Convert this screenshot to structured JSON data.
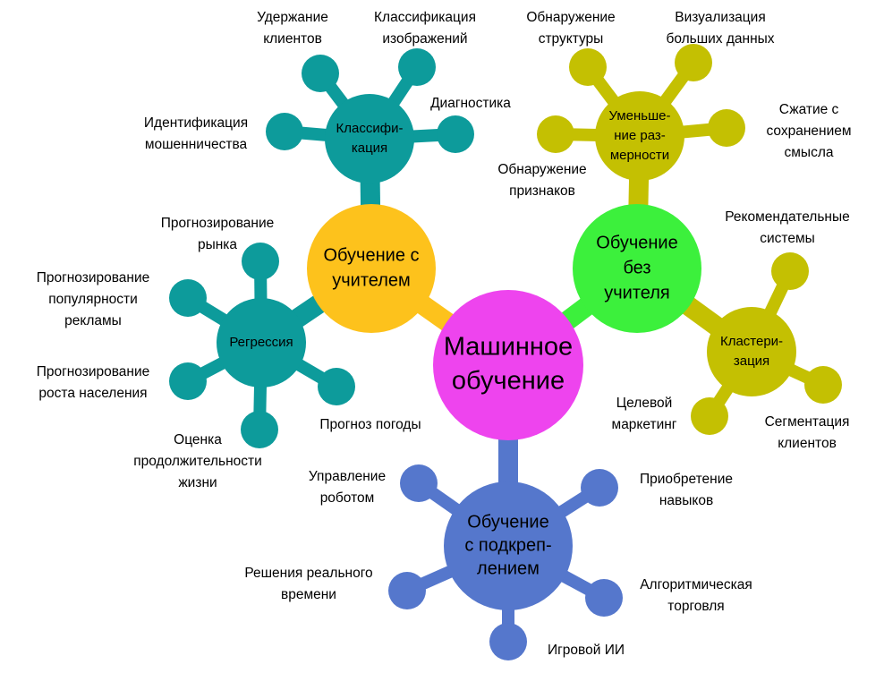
{
  "center": {
    "lines": [
      "Машинное",
      "обучение"
    ],
    "color": "#ee44ee"
  },
  "supervised": {
    "lines": [
      "Обучение с",
      "учителем"
    ],
    "color": "#fdc21c",
    "classification": {
      "lines": [
        "Классифи-",
        "кация"
      ],
      "color": "#0d9b9b",
      "leaves": [
        [
          "Удержание",
          "клиентов"
        ],
        [
          "Классификация",
          "изображений"
        ],
        [
          "Диагностика"
        ],
        [
          "Идентификация",
          "мошенничества"
        ]
      ]
    },
    "regression": {
      "lines": [
        "Регрессия"
      ],
      "color": "#0d9b9b",
      "leaves": [
        [
          "Прогнозирование",
          "рынка"
        ],
        [
          "Прогнозирование",
          "популярности",
          "рекламы"
        ],
        [
          "Прогнозирование",
          "роста населения"
        ],
        [
          "Оценка",
          "продолжительности",
          "жизни"
        ],
        [
          "Прогноз погоды"
        ]
      ]
    }
  },
  "unsupervised": {
    "lines": [
      "Обучение",
      "без",
      "учителя"
    ],
    "color": "#3cf03c",
    "dimensionality": {
      "lines": [
        "Уменьше-",
        "ние раз-",
        "мерности"
      ],
      "color": "#c4c002",
      "leaves": [
        [
          "Обнаружение",
          "структуры"
        ],
        [
          "Визуализация",
          "больших данных"
        ],
        [
          "Сжатие с",
          "сохранением",
          "смысла"
        ],
        [
          "Обнаружение",
          "признаков"
        ]
      ]
    },
    "clustering": {
      "lines": [
        "Кластери-",
        "зация"
      ],
      "color": "#c4c002",
      "leaves": [
        [
          "Рекомендательные",
          "системы"
        ],
        [
          "Сегментация",
          "клиентов"
        ],
        [
          "Целевой",
          "маркетинг"
        ]
      ]
    }
  },
  "reinforcement": {
    "lines": [
      "Обучение",
      "с подкреп-",
      "лением"
    ],
    "color": "#5577cc",
    "leaves": [
      [
        "Управление",
        "роботом"
      ],
      [
        "Приобретение",
        "навыков"
      ],
      [
        "Решения реального",
        "времени"
      ],
      [
        "Алгоритмическая",
        "торговля"
      ],
      [
        "Игровой ИИ"
      ]
    ]
  }
}
